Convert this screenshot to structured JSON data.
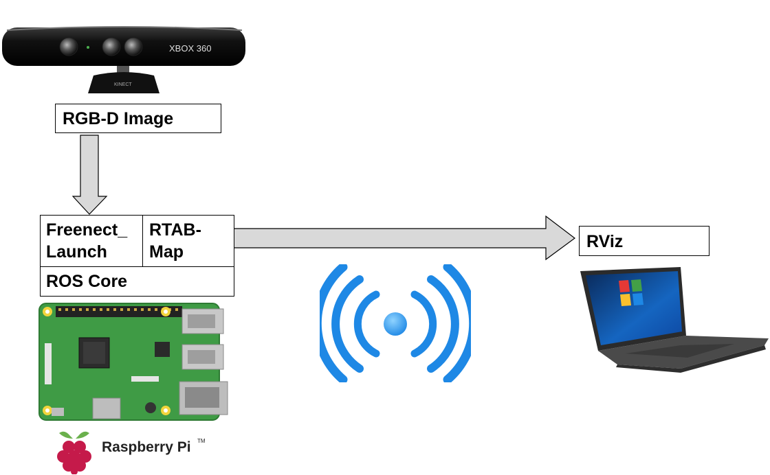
{
  "devices": {
    "kinect_brand": "XBOX 360",
    "kinect_base_label": "KINECT",
    "pi_logo_text": "Raspberry Pi",
    "pi_logo_tm": "TM"
  },
  "labels": {
    "rgbd": "RGB-D Image",
    "freenect_line1": "Freenect_",
    "freenect_line2": "Launch",
    "rtab_line1": "RTAB-",
    "rtab_line2": "Map",
    "ros_core": "ROS Core",
    "rviz": "RViz"
  },
  "colors": {
    "arrow_fill": "#d9d9d9",
    "wifi_blue": "#1e88e5",
    "pcb_green": "#3f9b45"
  }
}
